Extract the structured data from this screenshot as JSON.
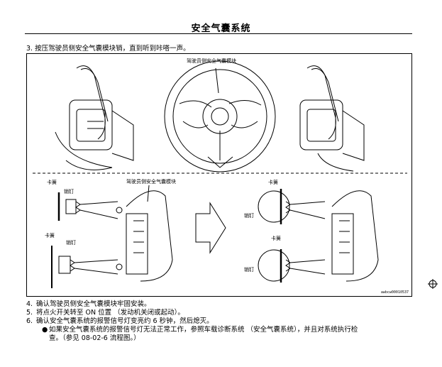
{
  "header": {
    "title": "安全气囊系统"
  },
  "step3": {
    "text": "3.  按压驾驶员侧安全气囊模块销，直到听到咔嗒一声。"
  },
  "figure": {
    "label_top": "驾驶员侧安全气囊模块",
    "label_mid": "驾驶员侧安全气囊模块",
    "clip_label": "卡簧",
    "pin_label": "销钉",
    "figure_id": "awbcw00010537"
  },
  "steps": [
    {
      "num": "4.",
      "text": "确认驾驶员侧安全气囊模块牢固安装。"
    },
    {
      "num": "5.",
      "text": "将点火开关转至 ON 位置 （发动机关闭或起动）。"
    },
    {
      "num": "6.",
      "text": "确认安全气囊系统的报警信号灯变亮约 6 秒钟，然后熄灭。"
    }
  ],
  "step6_bullet": {
    "line1": "如果安全气囊系统的报警信号灯无法正常工作，参照车载诊断系统 （安全气囊系统），并且对系统执行检",
    "line2": "查。（参见 08-02-6 流程图。）"
  }
}
